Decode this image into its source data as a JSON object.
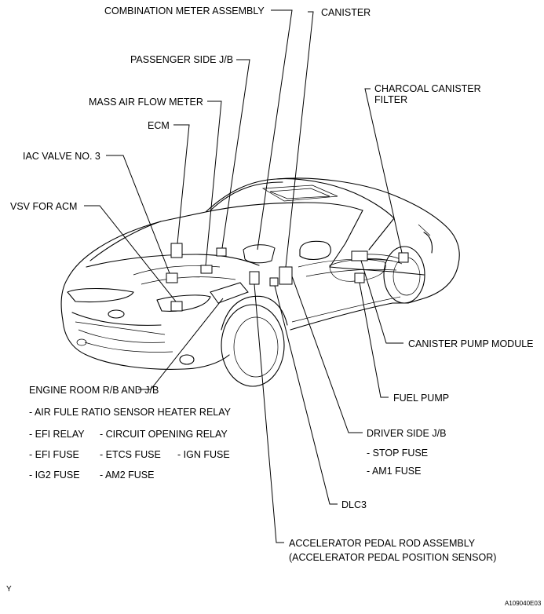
{
  "labels": {
    "combination_meter": "COMBINATION METER ASSEMBLY",
    "canister": "CANISTER",
    "passenger_jb": "PASSENGER SIDE J/B",
    "charcoal_filter_line1": "CHARCOAL CANISTER",
    "charcoal_filter_line2": "FILTER",
    "maf_meter": "MASS AIR FLOW METER",
    "ecm": "ECM",
    "iac_valve": "IAC VALVE NO. 3",
    "vsv_acm": "VSV FOR ACM",
    "canister_pump": "CANISTER PUMP MODULE",
    "engine_room_rb": "ENGINE ROOM R/B AND J/B",
    "af_heater_relay": "- AIR FULE RATIO SENSOR  HEATER RELAY",
    "efi_relay": "- EFI RELAY",
    "circuit_opening_relay": "- CIRCUIT OPENING RELAY",
    "efi_fuse": "- EFI FUSE",
    "etcs_fuse": "- ETCS FUSE",
    "ign_fuse": "- IGN FUSE",
    "ig2_fuse": "- IG2 FUSE",
    "am2_fuse": "- AM2 FUSE",
    "fuel_pump": "FUEL PUMP",
    "driver_jb": "DRIVER SIDE J/B",
    "stop_fuse": "- STOP FUSE",
    "am1_fuse": "- AM1 FUSE",
    "dlc3": "DLC3",
    "accel_pedal_line1": "ACCELERATOR PEDAL ROD ASSEMBLY",
    "accel_pedal_line2": "(ACCELERATOR PEDAL POSITION SENSOR)"
  },
  "corner_mark": "Y",
  "figure_code": "A109040E03"
}
